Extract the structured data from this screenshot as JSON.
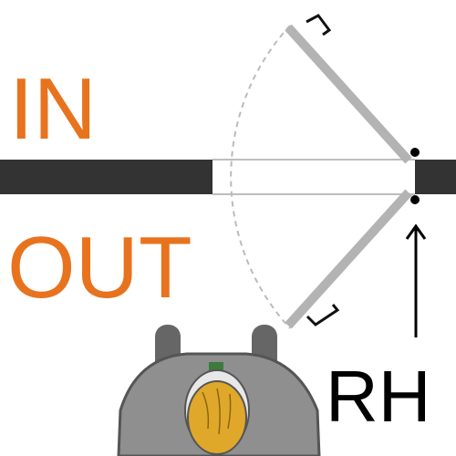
{
  "labels": {
    "in": "IN",
    "out": "OUT",
    "handing": "RH"
  },
  "colors": {
    "accent": "#E8731E",
    "wall": "#333333",
    "door": "#b3b3b3",
    "swing_arc": "#bbbbbb",
    "body": "#8f8f8f",
    "body_dark": "#555555",
    "hair": "#E0A82A",
    "collar": "#3d7a3d",
    "ink": "#000000"
  },
  "icons": {
    "hinge": "hinge-dot-icon",
    "arrow": "arrow-up-icon",
    "person": "person-top-view-icon"
  }
}
